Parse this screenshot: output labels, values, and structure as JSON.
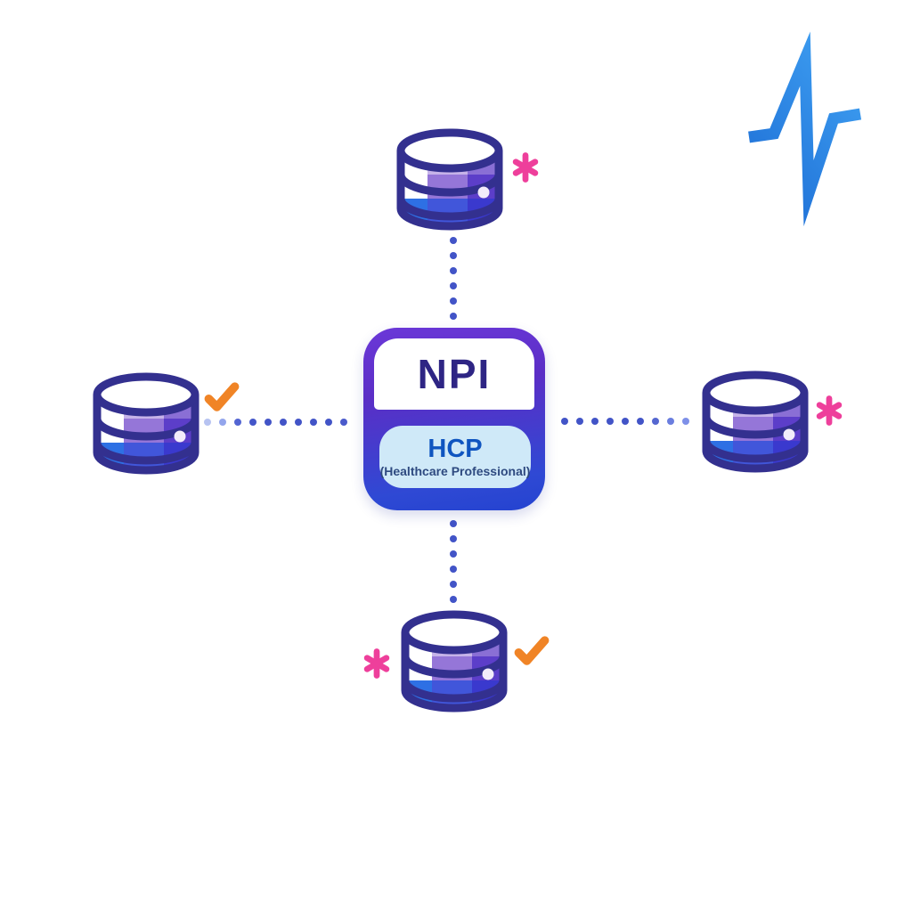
{
  "page": {
    "background": "#FFFFFF"
  },
  "logo": {
    "name": "pulse-logo-icon",
    "gradient_start": "#1E6FD6",
    "gradient_end": "#3FA0F2"
  },
  "card": {
    "title": "NPI",
    "title_color": "#2E2584",
    "subtitle": "HCP",
    "subtitle_color": "#0F55C0",
    "subtitle_detail": "(Healthcare Professional)",
    "subtitle_detail_color": "#2E4A80",
    "gradient_top": "#6B38D8",
    "gradient_bottom": "#2443D0",
    "header_bg": "#FFFFFF",
    "panel_bg": "#CFE9F8"
  },
  "database_icon": {
    "outline": "#33308F",
    "top_fill": "#FFFFFF",
    "band1": [
      "#FFFFFF",
      "#C6B3E9",
      "#8A6FD5"
    ],
    "band2": [
      "#FFFFFF",
      "#9576D8",
      "#5C3EC9"
    ],
    "band3": [
      "#2E70E4",
      "#4156DA",
      "#3A39CE"
    ],
    "highlight_dot": "#F2ECFA"
  },
  "badges": {
    "asterisk_color": "#EE3F9B",
    "check_color": "#F08426"
  },
  "nodes": [
    {
      "id": "top",
      "icon": "database-icon",
      "badges": [
        "asterisk-icon"
      ]
    },
    {
      "id": "left",
      "icon": "database-icon",
      "badges": [
        "check-icon"
      ]
    },
    {
      "id": "right",
      "icon": "database-icon",
      "badges": [
        "asterisk-icon"
      ]
    },
    {
      "id": "bottom",
      "icon": "database-icon",
      "badges": [
        "asterisk-icon",
        "check-icon"
      ]
    }
  ],
  "connectors": {
    "lines": [
      {
        "id": "top",
        "orientation": "vertical",
        "colors": [
          "#4254C7",
          "#4254C7",
          "#4254C7",
          "#4254C7",
          "#4254C7",
          "#4254C7"
        ]
      },
      {
        "id": "left",
        "orientation": "horizontal",
        "colors": [
          "#B7C3F1",
          "#93A5EC",
          "#5365D2",
          "#4456C9",
          "#4254C7",
          "#4254C7",
          "#4254C7",
          "#4254C7",
          "#4254C7",
          "#4A5ACB"
        ]
      },
      {
        "id": "right",
        "orientation": "horizontal",
        "colors": [
          "#4254C7",
          "#4254C7",
          "#4254C7",
          "#4254C7",
          "#4254C7",
          "#4254C7",
          "#5567D0",
          "#6B7EDF",
          "#7E90E8"
        ]
      },
      {
        "id": "bottom",
        "orientation": "vertical",
        "colors": [
          "#4254C7",
          "#4254C7",
          "#4254C7",
          "#4254C7",
          "#4254C7",
          "#4254C7"
        ]
      }
    ]
  }
}
